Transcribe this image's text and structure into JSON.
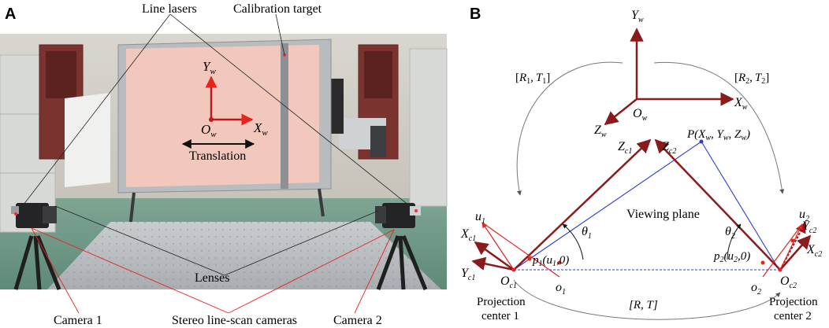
{
  "panel_a": {
    "letter": "A",
    "labels": {
      "line_lasers": "Line lasers",
      "calibration_target": "Calibration target",
      "lenses": "Lenses",
      "camera1": "Camera 1",
      "stereo": "Stereo line-scan cameras",
      "camera2": "Camera 2",
      "translation": "Translation"
    },
    "axes": {
      "y_main": "Y",
      "y_sub": "w",
      "x_main": "X",
      "x_sub": "w",
      "o_main": "O",
      "o_sub": "w"
    }
  },
  "panel_b": {
    "letter": "B",
    "world": {
      "yw": [
        "Y",
        "w"
      ],
      "xw": [
        "X",
        "w"
      ],
      "zw": [
        "Z",
        "w"
      ],
      "ow": [
        "O",
        "w"
      ]
    },
    "transforms": {
      "left": [
        "[",
        "R",
        "1",
        ", ",
        "T",
        "1",
        "]"
      ],
      "right": [
        "[",
        "R",
        "2",
        ", ",
        "T",
        "2",
        "]"
      ],
      "bottom": "[R, T]"
    },
    "point_label": "P(X",
    "point_label_full": [
      "P(",
      "X",
      "w",
      ", ",
      "Y",
      "w",
      ", ",
      "Z",
      "w",
      ")"
    ],
    "viewing_plane": "Viewing plane",
    "cam1": {
      "z": [
        "Z",
        "c1"
      ],
      "x": [
        "X",
        "c1"
      ],
      "y": [
        "Y",
        "c1"
      ],
      "o": [
        "O",
        "c1"
      ],
      "u": [
        "u",
        "1"
      ],
      "small_o": [
        "o",
        "1"
      ],
      "theta": [
        "θ",
        "1"
      ],
      "p": [
        "p",
        "1",
        "(u",
        "1",
        ",0)"
      ],
      "center_line1": "Projection",
      "center_line2": "center 1"
    },
    "cam2": {
      "z": [
        "Z",
        "c2"
      ],
      "x": [
        "X",
        "c2"
      ],
      "y": [
        "Y",
        "c2"
      ],
      "o": [
        "O",
        "c2"
      ],
      "u": [
        "u",
        "2"
      ],
      "small_o": [
        "o",
        "2"
      ],
      "theta": [
        "θ",
        "2"
      ],
      "p": [
        "p",
        "2",
        "(u",
        "2",
        ",0)"
      ],
      "center_line1": "Projection",
      "center_line2": "center 2"
    },
    "colors": {
      "dark_red": "#8b1a1a",
      "red": "#e8231f",
      "blue": "#2a3bd6",
      "gray": "#777777"
    }
  }
}
